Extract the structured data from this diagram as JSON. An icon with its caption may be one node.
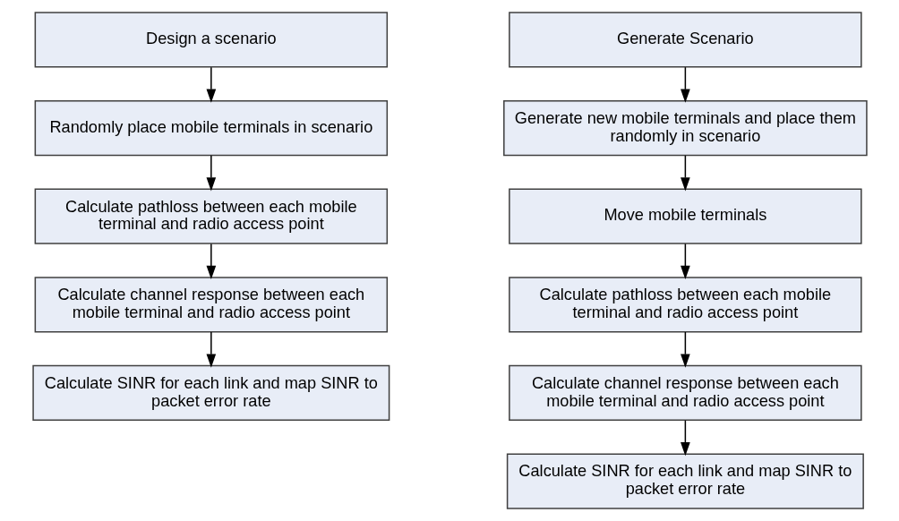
{
  "diagram": {
    "nodes": [
      {
        "text": [
          "Design a scenario"
        ]
      },
      {
        "text": [
          "Randomly place mobile terminals in scenario"
        ]
      },
      {
        "text": [
          "Calculate pathloss between each mobile terminal and radio access point"
        ]
      },
      {
        "text": [
          "Calculate channel response between each mobile terminal and radio access point"
        ]
      },
      {
        "text": [
          "Calculate SINR for each link and map SINR to packet error rate"
        ]
      },
      {
        "text": [
          "Generate Scenario"
        ]
      },
      {
        "text": [
          "Generate new mobile terminals and place them randomly in scenario"
        ]
      },
      {
        "text": [
          "Move mobile terminals"
        ]
      },
      {
        "text": [
          "Calculate pathloss between each mobile terminal and radio access point"
        ]
      },
      {
        "text": [
          "Calculate channel response between each mobile terminal and radio access point"
        ]
      },
      {
        "text": [
          "Calculate SINR for each link and map SINR to packet error rate"
        ]
      }
    ],
    "edges": [
      {
        "from": 0,
        "to": 1,
        "arrow": "to"
      },
      {
        "from": 1,
        "to": 2,
        "arrow": "to"
      },
      {
        "from": 2,
        "to": 3,
        "arrow": "to"
      },
      {
        "from": 3,
        "to": 4,
        "arrow": "to"
      },
      {
        "from": 5,
        "to": 6,
        "arrow": "to"
      },
      {
        "from": 6,
        "to": 7,
        "arrow": "to"
      },
      {
        "from": 7,
        "to": 8,
        "arrow": "to"
      },
      {
        "from": 8,
        "to": 9,
        "arrow": "to"
      },
      {
        "from": 9,
        "to": 10,
        "arrow": "to"
      }
    ]
  }
}
